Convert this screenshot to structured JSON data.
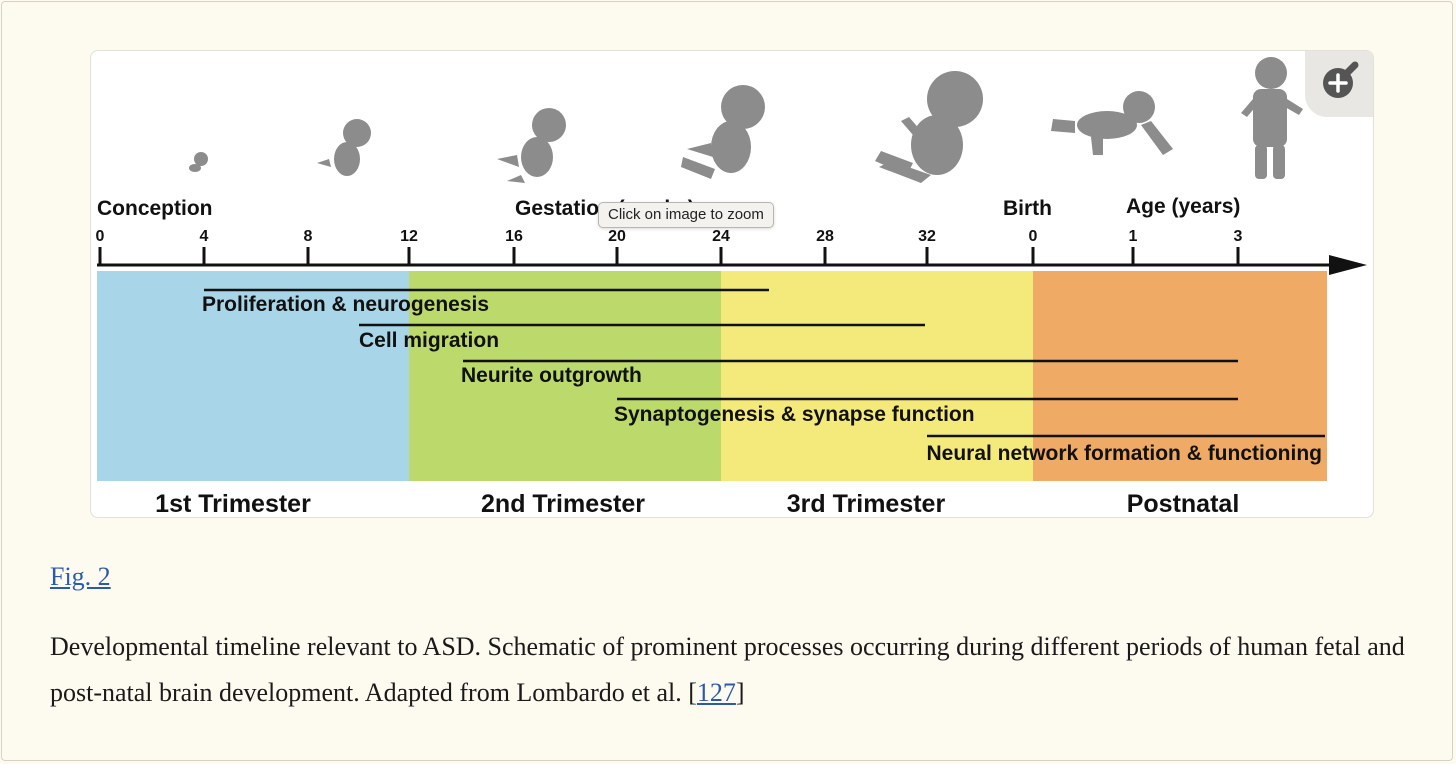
{
  "figure": {
    "top_labels": {
      "conception": "Conception",
      "gestation": "Gestation (weeks)",
      "birth": "Birth",
      "age": "Age (years)"
    },
    "ticks": [
      "0",
      "4",
      "8",
      "12",
      "16",
      "20",
      "24",
      "28",
      "32",
      "0",
      "1",
      "3"
    ],
    "periods": [
      {
        "label": "1st Trimester",
        "color": "#a9d5e8"
      },
      {
        "label": "2nd Trimester",
        "color": "#bcd96c"
      },
      {
        "label": "3rd Trimester",
        "color": "#f4ea7c"
      },
      {
        "label": "Postnatal",
        "color": "#efab66"
      }
    ],
    "processes": [
      {
        "label": "Proliferation & neurogenesis"
      },
      {
        "label": "Cell migration"
      },
      {
        "label": "Neurite outgrowth"
      },
      {
        "label": "Synaptogenesis & synapse function"
      },
      {
        "label": "Neural network formation & functioning"
      }
    ],
    "silhouette_color": "#8c8c8c"
  },
  "zoom": {
    "icon": "zoom-in-icon",
    "tooltip": "Click on image to zoom"
  },
  "fig_link": "Fig. 2",
  "caption": {
    "text": "Developmental timeline relevant to ASD. Schematic of prominent processes occurring during different periods of human fetal and post-natal brain development. Adapted from Lombardo et al. [",
    "ref": "127",
    "close": "]"
  }
}
